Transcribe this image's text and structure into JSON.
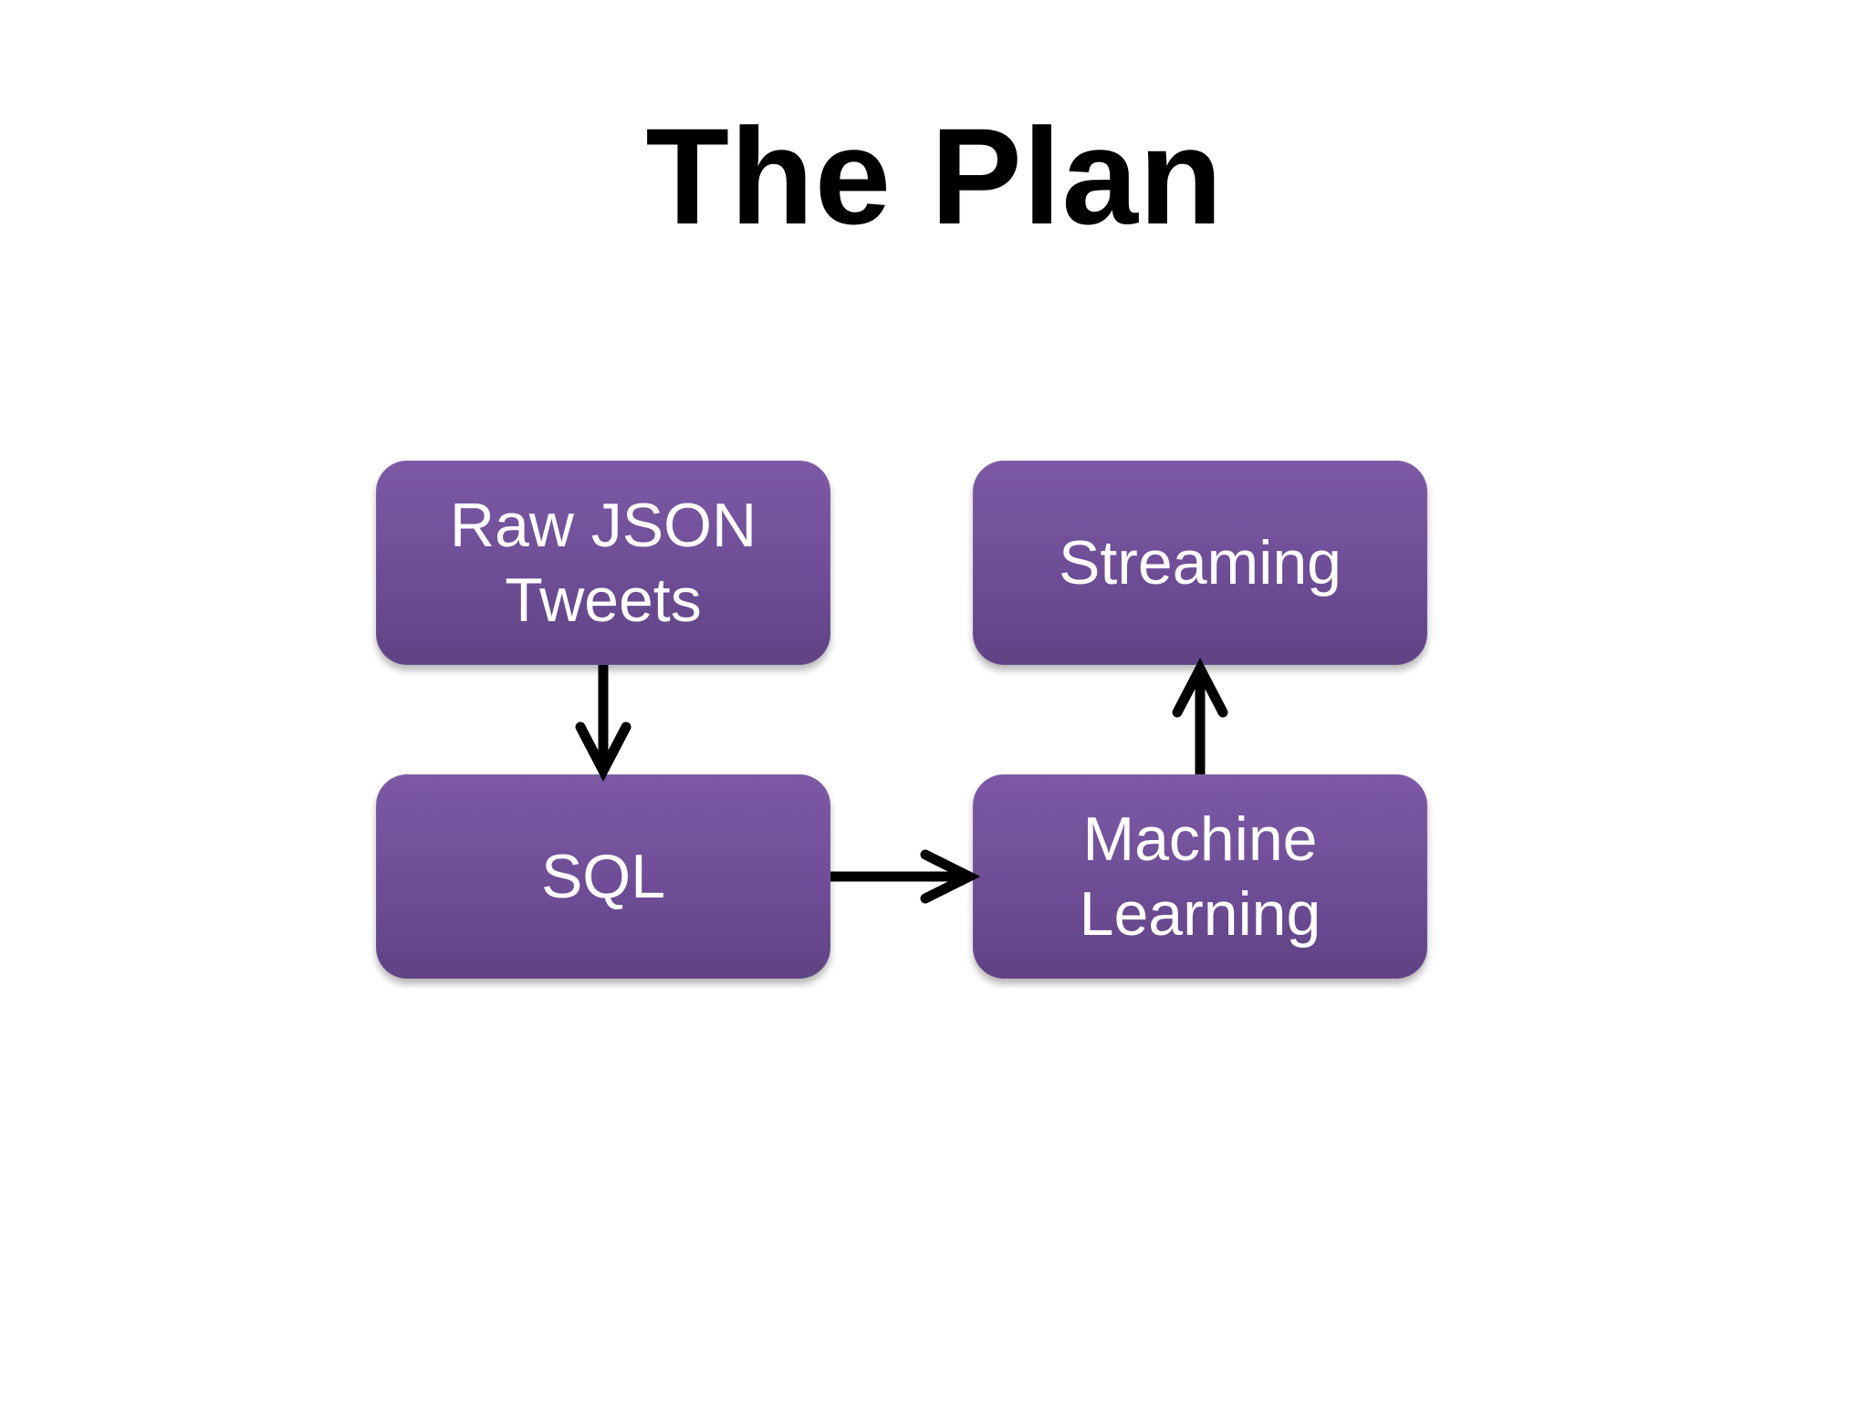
{
  "slide": {
    "title": "The Plan"
  },
  "diagram": {
    "nodes": [
      {
        "id": "raw",
        "lines": [
          "Raw JSON",
          "Tweets"
        ]
      },
      {
        "id": "sql",
        "lines": [
          "SQL"
        ]
      },
      {
        "id": "ml",
        "lines": [
          "Machine",
          "Learning"
        ]
      },
      {
        "id": "streaming",
        "lines": [
          "Streaming"
        ]
      }
    ],
    "edges": [
      {
        "from": "raw",
        "to": "sql"
      },
      {
        "from": "sql",
        "to": "ml"
      },
      {
        "from": "ml",
        "to": "streaming"
      }
    ],
    "colors": {
      "box_top": "#7d59a5",
      "box_bottom": "#5f4384",
      "arrow": "#000000",
      "text": "#ffffff"
    }
  }
}
